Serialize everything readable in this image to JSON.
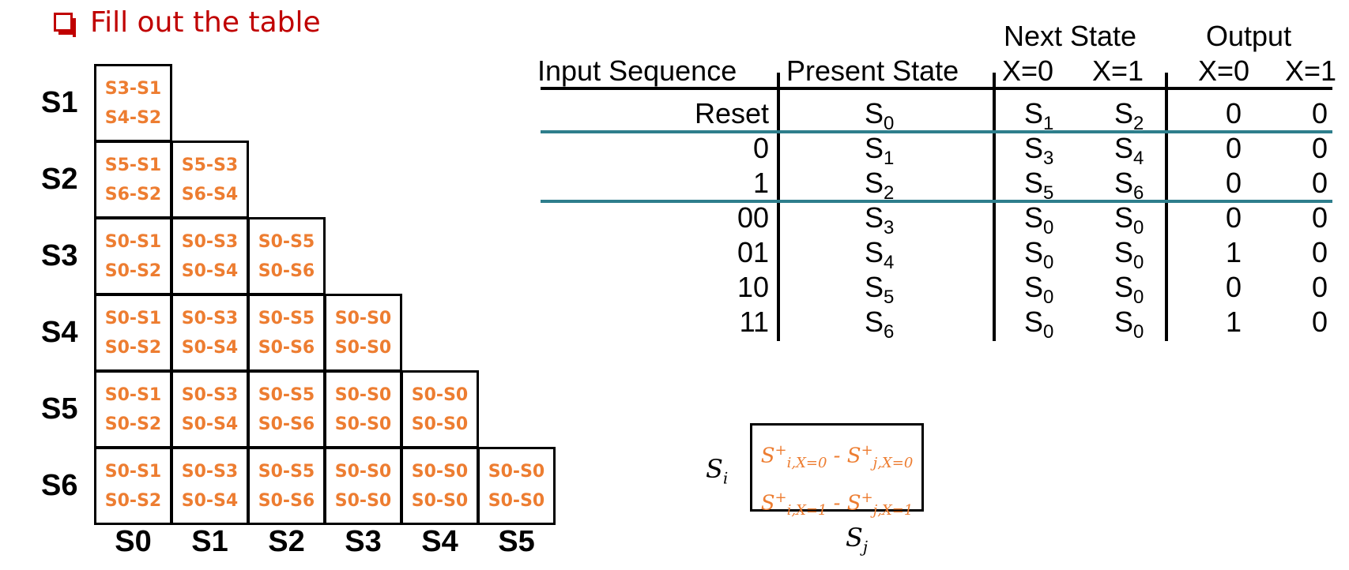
{
  "header": {
    "title": "Fill out the table"
  },
  "implication_chart": {
    "row_labels": [
      "S1",
      "S2",
      "S3",
      "S4",
      "S5",
      "S6"
    ],
    "col_labels": [
      "S0",
      "S1",
      "S2",
      "S3",
      "S4",
      "S5"
    ],
    "rows": [
      [
        [
          "S3-S1",
          "S4-S2"
        ]
      ],
      [
        [
          "S5-S1",
          "S6-S2"
        ],
        [
          "S5-S3",
          "S6-S4"
        ]
      ],
      [
        [
          "S0-S1",
          "S0-S2"
        ],
        [
          "S0-S3",
          "S0-S4"
        ],
        [
          "S0-S5",
          "S0-S6"
        ]
      ],
      [
        [
          "S0-S1",
          "S0-S2"
        ],
        [
          "S0-S3",
          "S0-S4"
        ],
        [
          "S0-S5",
          "S0-S6"
        ],
        [
          "S0-S0",
          "S0-S0"
        ]
      ],
      [
        [
          "S0-S1",
          "S0-S2"
        ],
        [
          "S0-S3",
          "S0-S4"
        ],
        [
          "S0-S5",
          "S0-S6"
        ],
        [
          "S0-S0",
          "S0-S0"
        ],
        [
          "S0-S0",
          "S0-S0"
        ]
      ],
      [
        [
          "S0-S1",
          "S0-S2"
        ],
        [
          "S0-S3",
          "S0-S4"
        ],
        [
          "S0-S5",
          "S0-S6"
        ],
        [
          "S0-S0",
          "S0-S0"
        ],
        [
          "S0-S0",
          "S0-S0"
        ],
        [
          "S0-S0",
          "S0-S0"
        ]
      ]
    ]
  },
  "state_table": {
    "group_headers": {
      "next_state": "Next State",
      "output": "Output"
    },
    "headers": [
      "Input Sequence",
      "Present State",
      "X=0",
      "X=1",
      "X=0",
      "X=1"
    ],
    "rows": [
      {
        "input": "Reset",
        "present": "0",
        "ns0": "1",
        "ns1": "2",
        "out0": "0",
        "out1": "0"
      },
      {
        "input": "0",
        "present": "1",
        "ns0": "3",
        "ns1": "4",
        "out0": "0",
        "out1": "0"
      },
      {
        "input": "1",
        "present": "2",
        "ns0": "5",
        "ns1": "6",
        "out0": "0",
        "out1": "0"
      },
      {
        "input": "00",
        "present": "3",
        "ns0": "0",
        "ns1": "0",
        "out0": "0",
        "out1": "0"
      },
      {
        "input": "01",
        "present": "4",
        "ns0": "0",
        "ns1": "0",
        "out0": "1",
        "out1": "0"
      },
      {
        "input": "10",
        "present": "5",
        "ns0": "0",
        "ns1": "0",
        "out0": "0",
        "out1": "0"
      },
      {
        "input": "11",
        "present": "6",
        "ns0": "0",
        "ns1": "0",
        "out0": "1",
        "out1": "0"
      }
    ],
    "state_letter": "S"
  },
  "legend": {
    "row_label": "Si",
    "col_label": "Sj",
    "line1": "S⁺i,X=0 - S⁺j,X=0",
    "line2": "S⁺i,X=1 - S⁺j,X=1"
  },
  "colors": {
    "title": "#c00000",
    "chart_text": "#ed7d31",
    "separator": "#2e7e8c"
  }
}
